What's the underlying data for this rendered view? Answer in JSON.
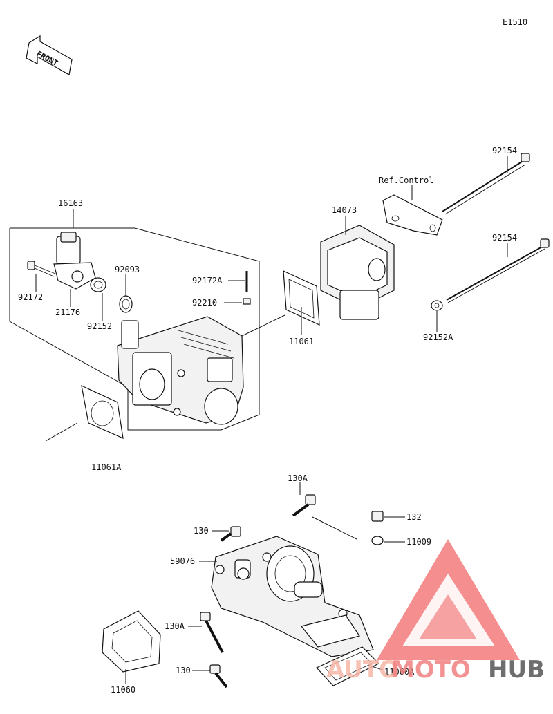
{
  "diagram_code": "E1510",
  "front_label": "FRONT",
  "ref_note": "Ref.Control",
  "watermark": {
    "brand_a": "AUTO",
    "brand_b": "MOTO",
    "brand_c": "HUB",
    "color_a": "#f6b7a8",
    "color_b": "#f08080",
    "color_c": "#555555",
    "logo_color": "#f26a6a"
  },
  "parts": {
    "p16163": "16163",
    "p92172": "92172",
    "p21176": "21176",
    "p92152": "92152",
    "p92093": "92093",
    "p92172A": "92172A",
    "p92210": "92210",
    "p14073": "14073",
    "p11061": "11061",
    "p92154_top": "92154",
    "p92154_mid": "92154",
    "p92152A": "92152A",
    "p11061A": "11061A",
    "p130A_top": "130A",
    "p130_top": "130",
    "p132": "132",
    "p59076": "59076",
    "p11009": "11009",
    "p130A_bot": "130A",
    "p130_bot": "130",
    "p11060": "11060",
    "p11060A": "11060A"
  }
}
